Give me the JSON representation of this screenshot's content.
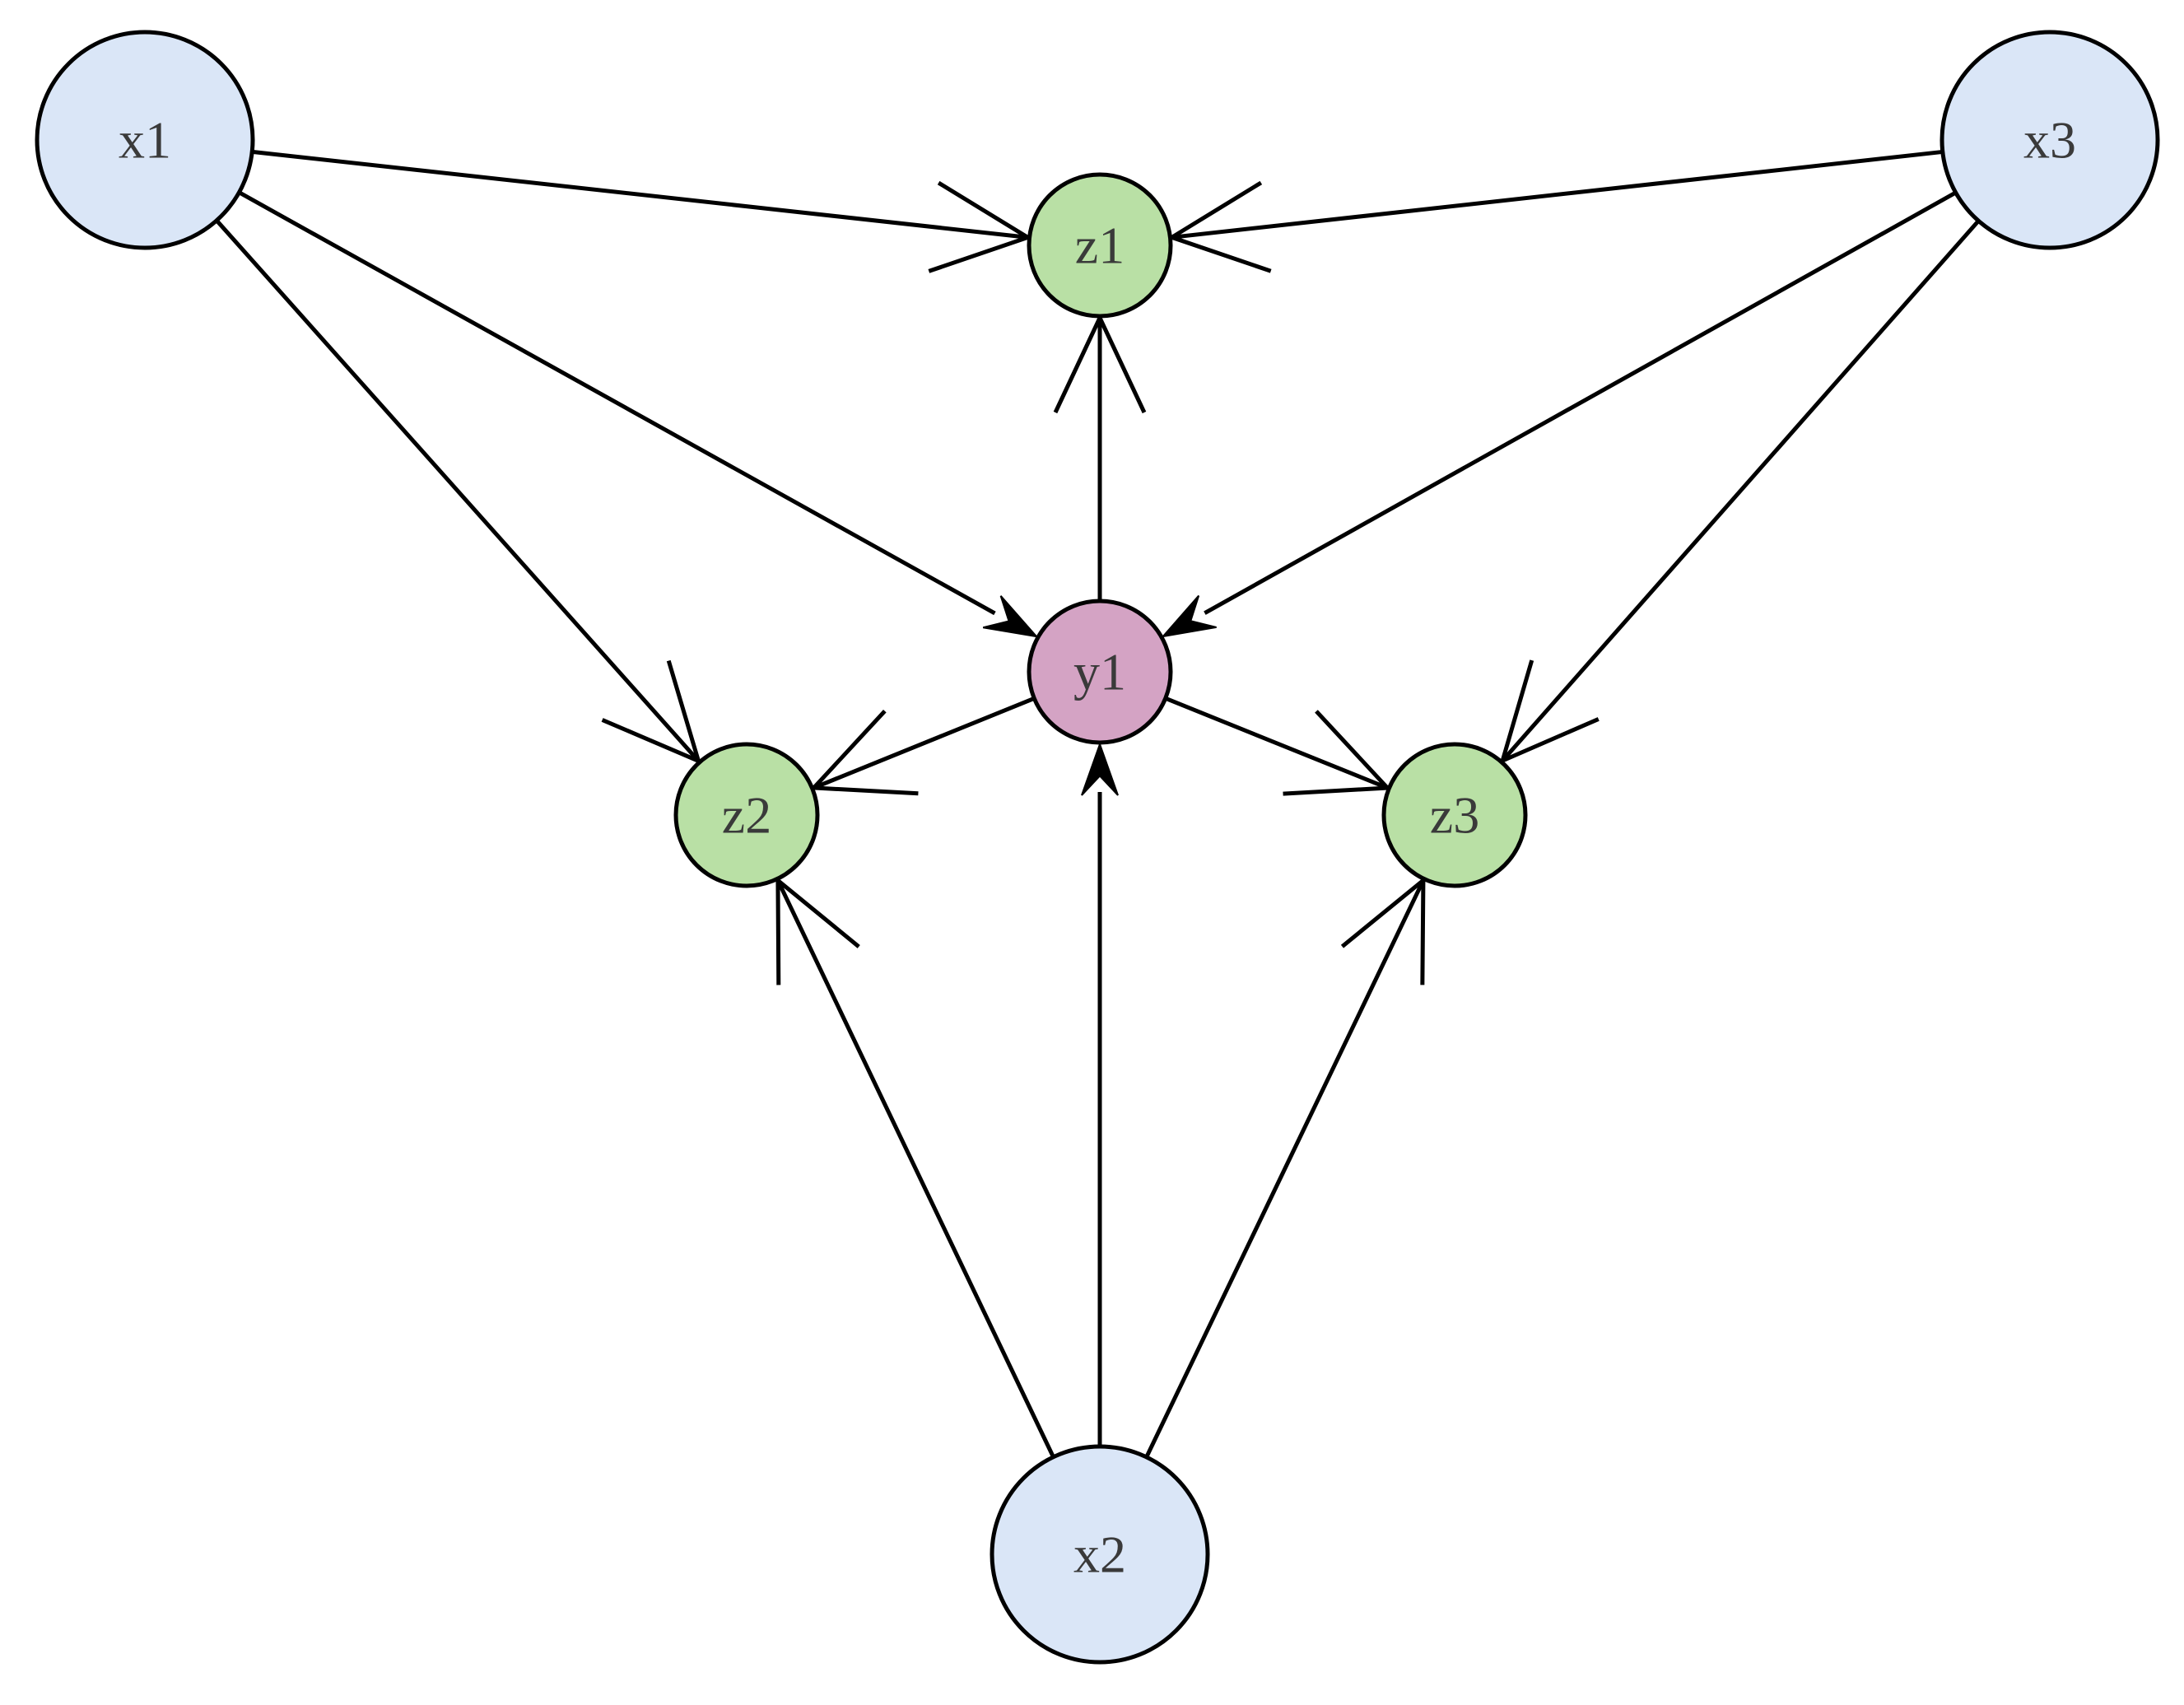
{
  "diagram": {
    "nodes": [
      {
        "id": "x1",
        "label": "x1",
        "kind": "input"
      },
      {
        "id": "x2",
        "label": "x2",
        "kind": "input"
      },
      {
        "id": "x3",
        "label": "x3",
        "kind": "input"
      },
      {
        "id": "y1",
        "label": "y1",
        "kind": "hidden"
      },
      {
        "id": "z1",
        "label": "z1",
        "kind": "output"
      },
      {
        "id": "z2",
        "label": "z2",
        "kind": "output"
      },
      {
        "id": "z3",
        "label": "z3",
        "kind": "output"
      }
    ],
    "edges": [
      {
        "from": "x1",
        "to": "z1",
        "head": "open"
      },
      {
        "from": "x3",
        "to": "z1",
        "head": "open"
      },
      {
        "from": "y1",
        "to": "z1",
        "head": "open"
      },
      {
        "from": "x1",
        "to": "y1",
        "head": "filled"
      },
      {
        "from": "x3",
        "to": "y1",
        "head": "filled"
      },
      {
        "from": "x2",
        "to": "y1",
        "head": "filled"
      },
      {
        "from": "x1",
        "to": "z2",
        "head": "open"
      },
      {
        "from": "y1",
        "to": "z2",
        "head": "open"
      },
      {
        "from": "x2",
        "to": "z2",
        "head": "open"
      },
      {
        "from": "x3",
        "to": "z3",
        "head": "open"
      },
      {
        "from": "y1",
        "to": "z3",
        "head": "open"
      },
      {
        "from": "x2",
        "to": "z3",
        "head": "open"
      }
    ],
    "colors": {
      "input": "#dae6f7",
      "hidden": "#d4a3c4",
      "output": "#b9e0a5",
      "stroke": "#000000",
      "label": "#3a3a3a"
    }
  }
}
